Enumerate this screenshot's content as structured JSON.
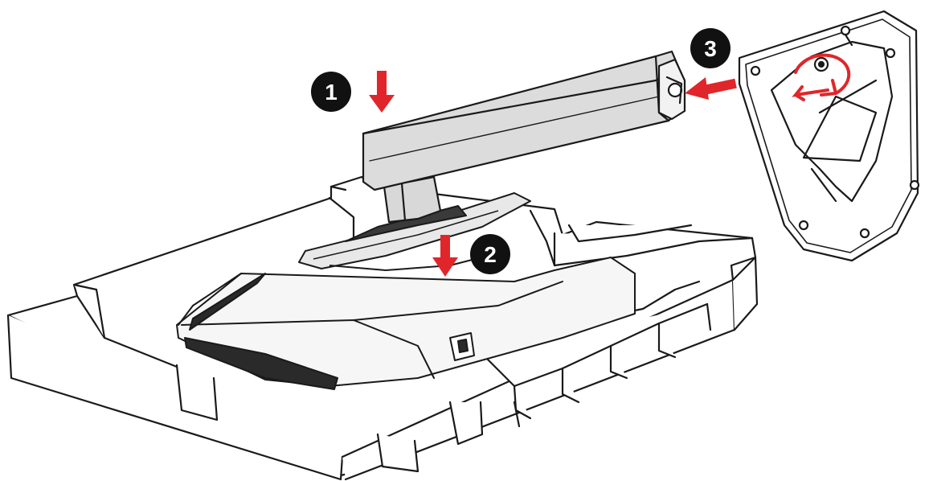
{
  "steps": [
    {
      "number": "1"
    },
    {
      "number": "2"
    },
    {
      "number": "3"
    }
  ],
  "colors": {
    "arrow": "#e0262b",
    "badge": "#111111",
    "badge_text": "#ffffff",
    "line": "#1a1a1a",
    "stand_fill": "#dcdcdc",
    "panel_dark": "#2a2a2a"
  }
}
